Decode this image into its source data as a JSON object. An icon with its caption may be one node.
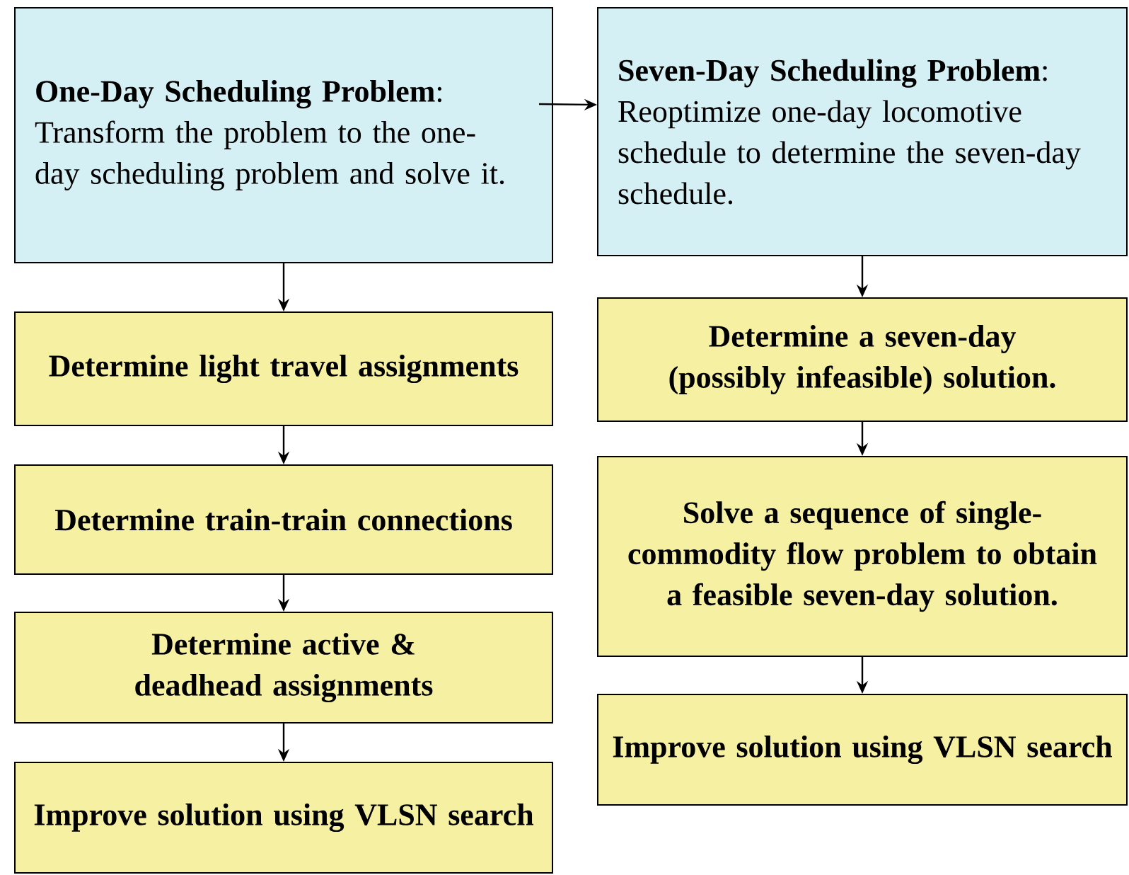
{
  "diagram": {
    "nodes": [
      {
        "text": [
          "**One-Day Scheduling Problem**: Transform the problem to the one-day scheduling problem and solve it."
        ]
      },
      {
        "text": [
          "Determine light travel assignments"
        ]
      },
      {
        "text": [
          "Determine train-train connections"
        ]
      },
      {
        "text": [
          "Determine active & deadhead assignments"
        ]
      },
      {
        "text": [
          "Improve solution using VLSN search"
        ]
      },
      {
        "text": [
          "**Seven-Day Scheduling Problem**: Reoptimize one-day locomotive schedule to determine the seven-day schedule."
        ]
      },
      {
        "text": [
          "Determine a seven-day (possibly infeasible) solution."
        ]
      },
      {
        "text": [
          "Solve a sequence of single-commodity flow problem to obtain a feasible seven-day solution."
        ]
      },
      {
        "text": [
          "Improve solution using VLSN search"
        ]
      }
    ],
    "edges": [
      {
        "from": 0,
        "to": 1,
        "arrow": "to"
      },
      {
        "from": 1,
        "to": 2,
        "arrow": "to"
      },
      {
        "from": 2,
        "to": 3,
        "arrow": "to"
      },
      {
        "from": 3,
        "to": 4,
        "arrow": "to"
      },
      {
        "from": 0,
        "to": 5,
        "arrow": "to"
      },
      {
        "from": 5,
        "to": 6,
        "arrow": "to"
      },
      {
        "from": 6,
        "to": 7,
        "arrow": "to"
      },
      {
        "from": 7,
        "to": 8,
        "arrow": "to"
      }
    ]
  }
}
